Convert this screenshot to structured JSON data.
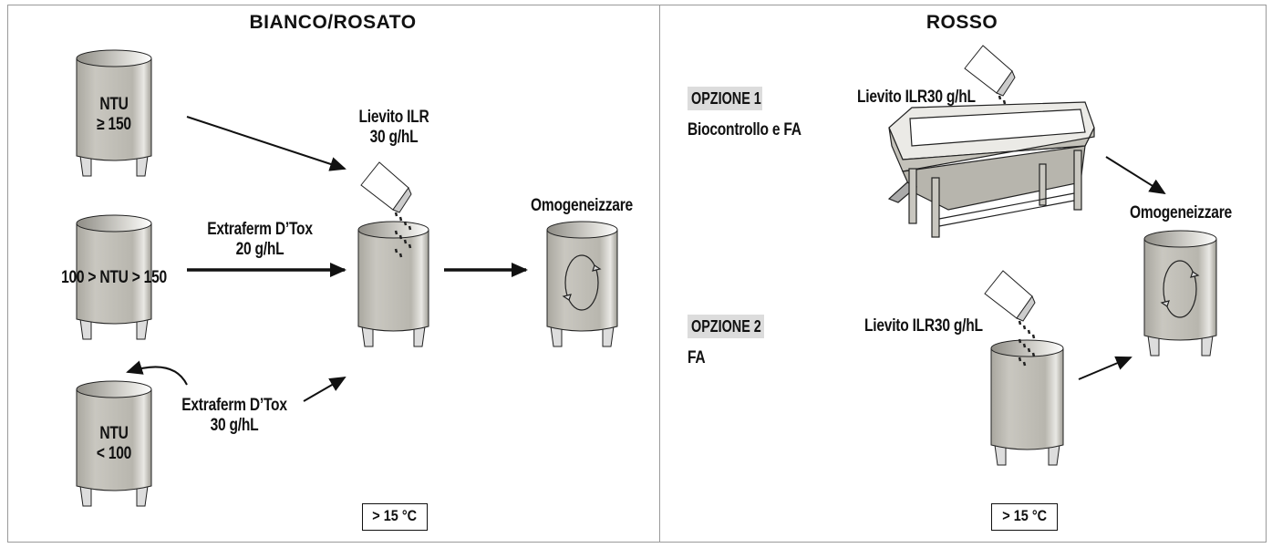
{
  "left_panel": {
    "title": "BIANCO/ROSATO",
    "tank_high": {
      "line1": "NTU",
      "line2": "≥ 150"
    },
    "tank_mid": {
      "label": "100 > NTU > 150"
    },
    "tank_low": {
      "line1": "NTU",
      "line2": "< 100"
    },
    "yeast": {
      "line1": "Lievito ILR",
      "line2": "30 g/hL"
    },
    "extraferm_20": {
      "line1": "Extraferm D’Tox",
      "line2": "20 g/hL"
    },
    "extraferm_30": {
      "line1": "Extraferm D’Tox",
      "line2": "30 g/hL"
    },
    "homogenize": "Omogeneizzare",
    "temperature": "> 15 °C"
  },
  "right_panel": {
    "title": "ROSSO",
    "option1": {
      "badge": "OPZIONE 1",
      "desc": "Biocontrollo e FA",
      "yeast": "Lievito ILR30 g/hL"
    },
    "option2": {
      "badge": "OPZIONE 2",
      "desc": "FA",
      "yeast": "Lievito ILR30 g/hL"
    },
    "homogenize": "Omogeneizzare",
    "temperature": "> 15 °C"
  }
}
